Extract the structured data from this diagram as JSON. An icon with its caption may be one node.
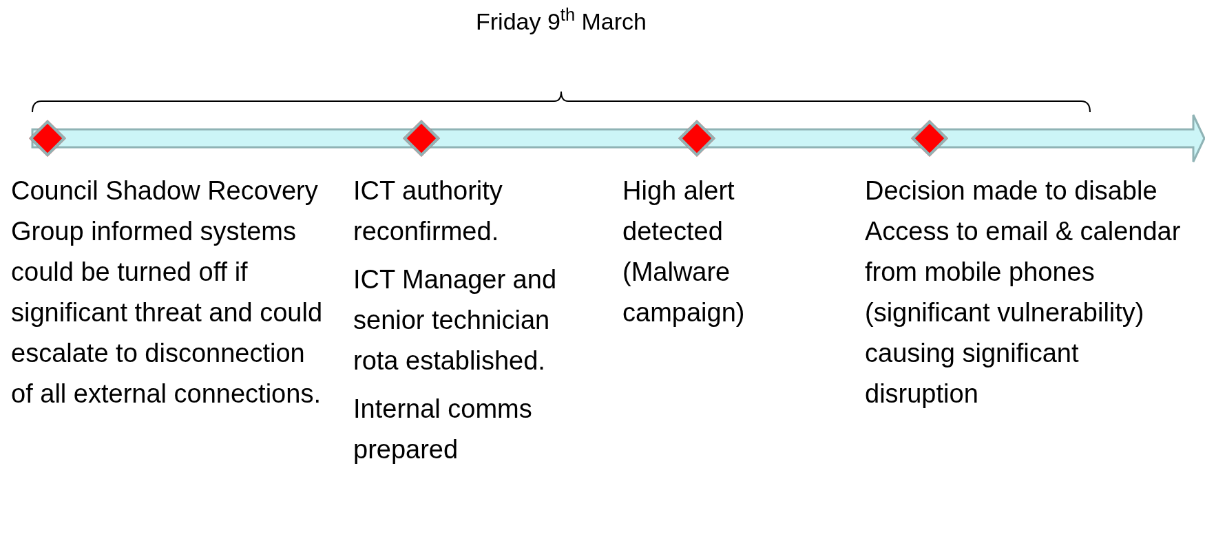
{
  "diagram": {
    "nodes": [
      {
        "text": [],
        "shape": "diamond",
        "beside": [
          "Council Shadow Recovery Group informed systems could be turned off if significant threat and could escalate to disconnection of all external connections."
        ]
      },
      {
        "text": [],
        "shape": "diamond",
        "beside": [
          "ICT authority reconfirmed.",
          "ICT Manager and senior technician rota established.",
          "Internal comms prepared"
        ]
      },
      {
        "text": [],
        "shape": "diamond",
        "beside": [
          "High alert detected (Malware campaign)"
        ]
      },
      {
        "text": [],
        "shape": "diamond",
        "beside": [
          "Decision made to disable Access to email & calendar from mobile phones (significant vulnerability) causing significant disruption"
        ]
      }
    ],
    "labels": [
      "Friday 9$^{th}$ March"
    ]
  }
}
